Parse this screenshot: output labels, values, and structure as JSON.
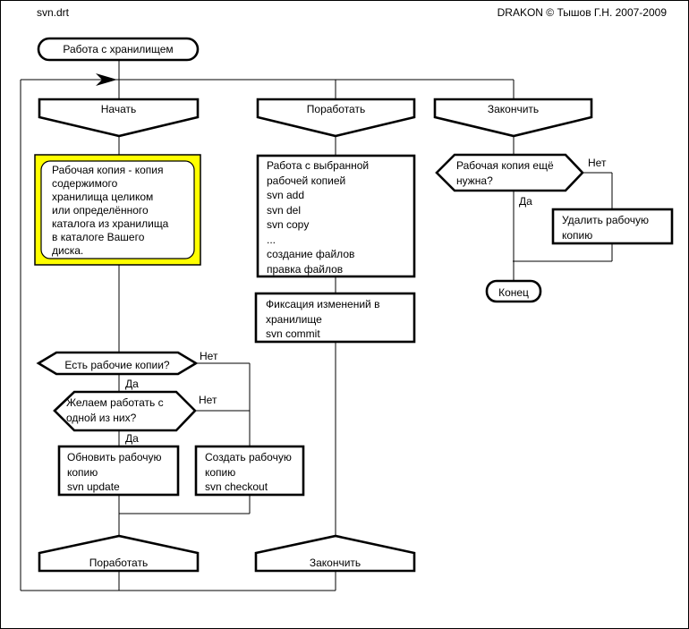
{
  "window": {
    "filename": "svn.drt",
    "credit": "DRAKON © Тышов Г.Н. 2007-2009"
  },
  "diagram": {
    "title": "Работа с хранилищем",
    "branch_headers": {
      "start": "Начать",
      "work": "Поработать",
      "finish": "Закончить"
    },
    "comment": "Рабочая копия - копия\nсодержимого\nхранилища целиком\nили определённого\nкаталога из хранилища\nв каталоге Вашего\nдиска.",
    "boxes": {
      "work": "Работа с выбранной\nрабочей копией\nsvn add\nsvn del\nsvn copy\n...\nсоздание файлов\nправка файлов",
      "commit": "Фиксация изменений в\nхранилище\nsvn commit",
      "update": "Обновить рабочую\nкопию\nsvn update",
      "checkout": "Создать рабочую\nкопию\nsvn checkout",
      "delete": "Удалить рабочую\nкопию"
    },
    "questions": {
      "have_copies": "Есть рабочие копии?",
      "want_work": "Желаем работать с\nодной из них?",
      "still_needed": "Рабочая копия ещё\nнужна?"
    },
    "labels": {
      "yes": "Да",
      "no": "Нет"
    },
    "addresses": {
      "work": "Поработать",
      "finish": "Закончить"
    },
    "end_label": "Конец",
    "colors": {
      "comment_highlight": "#ffff00",
      "line": "#000000",
      "background": "#ffffff"
    }
  }
}
